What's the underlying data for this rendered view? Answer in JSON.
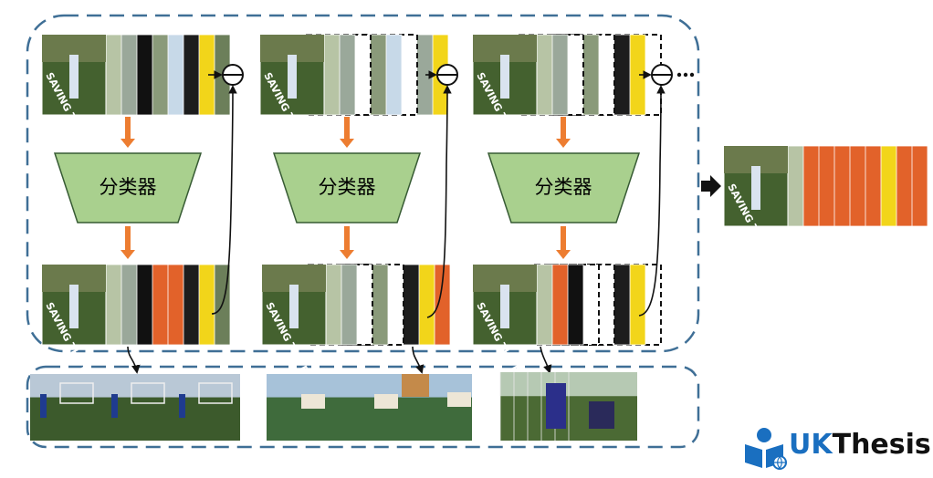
{
  "diagram": {
    "stages": [
      {
        "id": "stage-1",
        "classifier_label": "分类器"
      },
      {
        "id": "stage-2",
        "classifier_label": "分类器"
      },
      {
        "id": "stage-3",
        "classifier_label": "分类器"
      }
    ],
    "frame_caption_text": "SAVING THE PENALTY KICK",
    "colors": {
      "border_dash": "#3f6f96",
      "classifier_fill": "#a9d08e",
      "classifier_stroke": "#375b34",
      "arrow_orange": "#ed7d31",
      "frame_orange": "#e2622a",
      "frame_yellow": "#f2d51a",
      "field_green": "#44612f",
      "sky_blue": "#bcd7ea"
    }
  },
  "logo": {
    "text_a": "UK",
    "text_b": "Thesis",
    "color_a": "#1a6fc0",
    "color_b": "#111111"
  }
}
